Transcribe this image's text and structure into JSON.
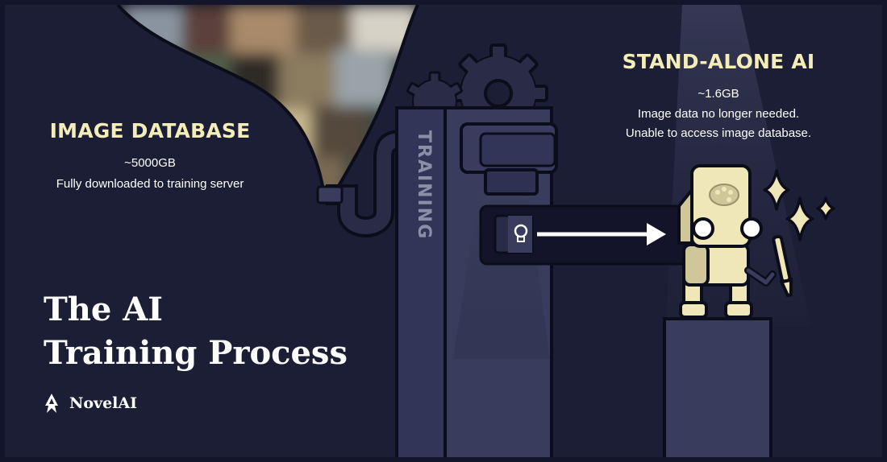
{
  "image_database": {
    "title": "IMAGE DATABASE",
    "size": "~5000GB",
    "note": "Fully downloaded to training server"
  },
  "stand_alone_ai": {
    "title": "STAND-ALONE AI",
    "size": "~1.6GB",
    "note_1": "Image data no longer needed.",
    "note_2": "Unable to access image database."
  },
  "machine": {
    "label": "TRAINING"
  },
  "headline": {
    "line_1": "The AI",
    "line_2": "Training Process"
  },
  "brand": {
    "name": "NovelAI"
  },
  "colors": {
    "background": "#1c1e35",
    "frame": "#13152a",
    "accent_title": "#f4edb8",
    "machine": "#3a3c5e",
    "robot": "#efe7b8"
  },
  "icons": [
    "gear-icon",
    "pipe-icon",
    "lightbulb-icon",
    "arrow-right-icon",
    "palette-icon",
    "paintbrush-icon",
    "sparkle-icon",
    "novelai-logo-icon"
  ]
}
